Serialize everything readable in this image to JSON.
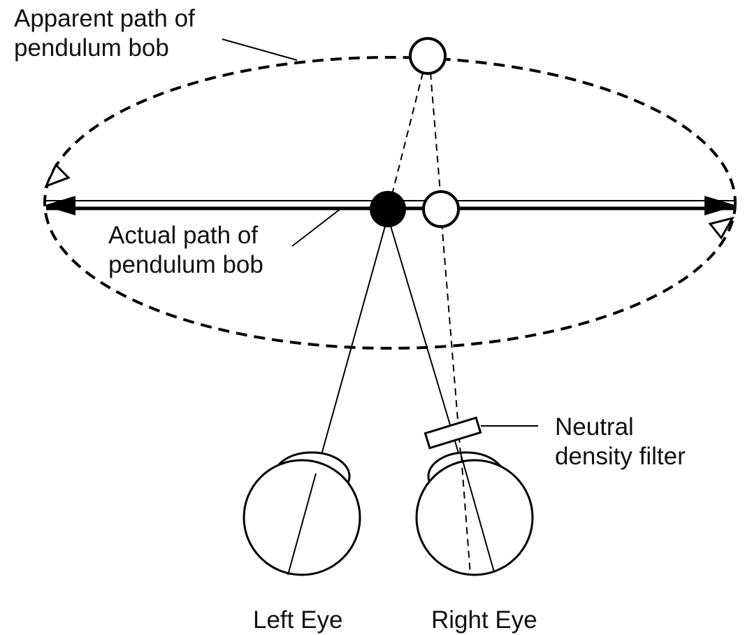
{
  "labels": {
    "apparent_path": {
      "line1": "Apparent path of",
      "line2": "pendulum bob"
    },
    "actual_path": {
      "line1": "Actual path of",
      "line2": "pendulum bob"
    },
    "filter": {
      "line1": "Neutral",
      "line2": "density filter"
    },
    "left_eye": "Left Eye",
    "right_eye": "Right Eye"
  },
  "colors": {
    "ink": "#000000",
    "background": "#ffffff"
  }
}
